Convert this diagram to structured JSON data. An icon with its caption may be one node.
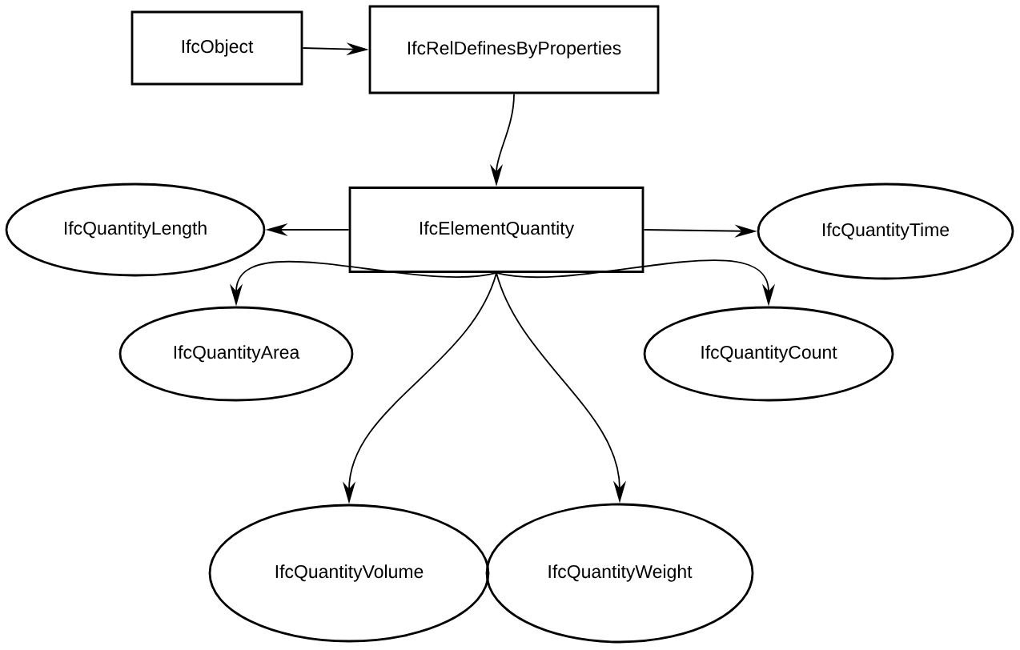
{
  "diagram": {
    "nodes": [
      {
        "text": [
          "IfcObject"
        ]
      },
      {
        "text": [
          "IfcRelDefinesByProperties"
        ]
      },
      {
        "text": [
          "IfcElementQuantity"
        ]
      },
      {
        "text": [
          "IfcQuantityLength"
        ]
      },
      {
        "text": [
          "IfcQuantityTime"
        ]
      },
      {
        "text": [
          "IfcQuantityArea"
        ]
      },
      {
        "text": [
          "IfcQuantityCount"
        ]
      },
      {
        "text": [
          "IfcQuantityVolume"
        ]
      },
      {
        "text": [
          "IfcQuantityWeight"
        ]
      }
    ],
    "edges": [
      {
        "from": 0,
        "to": 1,
        "arrow": "to"
      },
      {
        "from": 1,
        "to": 2,
        "arrow": "to"
      },
      {
        "from": 2,
        "to": 3,
        "arrow": "to"
      },
      {
        "from": 2,
        "to": 4,
        "arrow": "to"
      },
      {
        "from": 2,
        "to": 5,
        "arrow": "to"
      },
      {
        "from": 2,
        "to": 7,
        "arrow": "to"
      },
      {
        "from": 2,
        "to": 8,
        "arrow": "to"
      },
      {
        "from": 2,
        "to": 6,
        "arrow": "to"
      }
    ]
  }
}
